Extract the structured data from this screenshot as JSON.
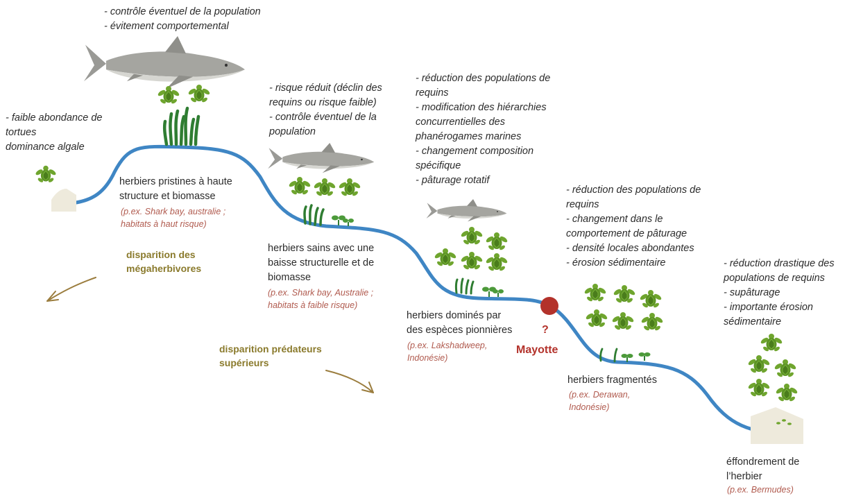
{
  "stages": [
    {
      "id": "algal",
      "notes": [
        "- faible abondance de",
        "tortues",
        "dominance algale"
      ]
    },
    {
      "id": "pristine",
      "notes": [
        "- contrôle éventuel de la population",
        "- évitement comportemental"
      ],
      "name": [
        "herbiers pristines à haute",
        "structure et biomasse"
      ],
      "examples": [
        "(p.ex. Shark bay, australie ;",
        "habitats à haut risque)"
      ]
    },
    {
      "id": "healthy",
      "notes": [
        "- risque réduit (déclin des",
        "requins ou risque faible)",
        "- contrôle éventuel de la",
        "population"
      ],
      "name": [
        "herbiers sains avec une",
        "baisse structurelle et de",
        "biomasse"
      ],
      "examples": [
        "(p.ex. Shark bay, Australie ;",
        "habitats à faible risque)"
      ]
    },
    {
      "id": "pioneer",
      "notes": [
        "- réduction des populations de",
        "requins",
        "- modification des hiérarchies",
        "concurrentielles des",
        "phanérogames marines",
        "- changement composition",
        "spécifique",
        "- pâturage rotatif"
      ],
      "name": [
        "herbiers dominés par",
        "des espèces pionnières"
      ],
      "examples": [
        "(p.ex. Lakshadweep,",
        "Indonésie)"
      ]
    },
    {
      "id": "fragmented",
      "notes": [
        "- réduction des populations de",
        "requins",
        "- changement dans le",
        "comportement de pâturage",
        "- densité locales abondantes",
        "- érosion sédimentaire"
      ],
      "name": [
        "herbiers fragmentés"
      ],
      "examples": [
        "(p.ex. Derawan,",
        "Indonésie)"
      ]
    },
    {
      "id": "collapse",
      "notes": [
        "- réduction drastique des",
        "populations de requins",
        "- supâturage",
        "- importante érosion",
        "sédimentaire"
      ],
      "name": [
        "éffondrement de",
        "l’herbier"
      ],
      "examples": [
        "(p.ex. Bermudes)"
      ]
    }
  ],
  "drivers": [
    [
      "disparition des",
      "mégaherbivores"
    ],
    [
      "disparition prédateurs",
      "supérieurs"
    ]
  ],
  "marker": {
    "question": "?",
    "label": "Mayotte",
    "color": "#b3322b"
  },
  "colors": {
    "curve": "#3f86c4",
    "turtle": "#6fa52e",
    "turtle_dark": "#3f6d14",
    "shark": "#9a9a96",
    "seagrass": "#2f7d32",
    "sand": "#eeeadc",
    "driver": "#8a7a2c",
    "arrow": "#9b7d3e"
  }
}
